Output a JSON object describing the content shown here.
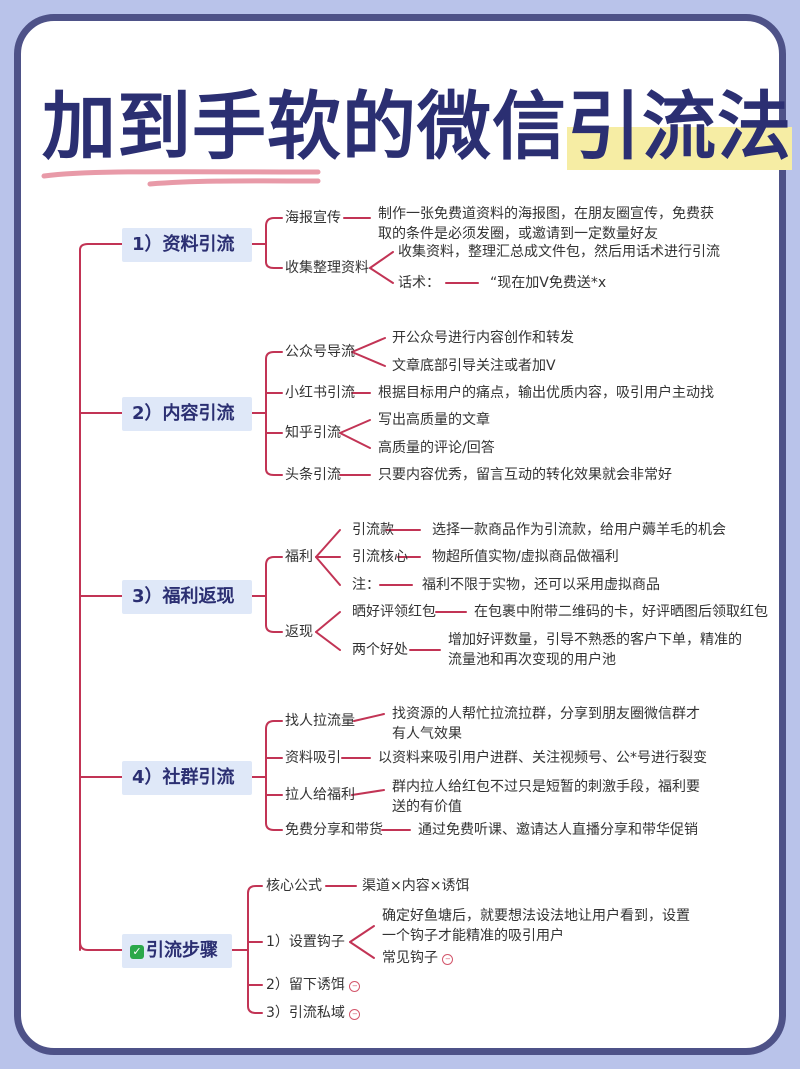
{
  "title": {
    "main": "加到手软的微信",
    "highlight": "引流法"
  },
  "colors": {
    "accent": "#c23455",
    "title": "#2b2f72",
    "frame": "#4e5288",
    "section_bg": "#dfe8f8",
    "highlight": "#f6eda4"
  },
  "sections": [
    {
      "label": "1）资料引流",
      "items": [
        {
          "label": "海报宣传",
          "detail": "制作一张免费道资料的海报图，在朋友圈宣传，免费获取的条件是必须发圈，或邀请到一定数量好友"
        },
        {
          "label": "收集整理资料",
          "sub": [
            {
              "text": "收集资料，整理汇总成文件包，然后用话术进行引流"
            },
            {
              "text": "话术：",
              "detail": "“现在加V免费送*x"
            }
          ]
        }
      ]
    },
    {
      "label": "2）内容引流",
      "items": [
        {
          "label": "公众号导流",
          "sub": [
            {
              "text": "开公众号进行内容创作和转发"
            },
            {
              "text": "文章底部引导关注或者加V"
            }
          ]
        },
        {
          "label": "小红书引流",
          "detail": "根据目标用户的痛点，输出优质内容，吸引用户主动找"
        },
        {
          "label": "知乎引流",
          "sub": [
            {
              "text": "写出高质量的文章"
            },
            {
              "text": "高质量的评论/回答"
            }
          ]
        },
        {
          "label": "头条引流",
          "detail": "只要内容优秀，留言互动的转化效果就会非常好"
        }
      ]
    },
    {
      "label": "3）福利返现",
      "items": [
        {
          "label": "福利",
          "sub": [
            {
              "text": "引流款",
              "detail": "选择一款商品作为引流款，给用户薅羊毛的机会"
            },
            {
              "text": "引流核心",
              "detail": "物超所值实物/虚拟商品做福利"
            },
            {
              "text": "注：",
              "detail": "福利不限于实物，还可以采用虚拟商品"
            }
          ]
        },
        {
          "label": "返现",
          "sub": [
            {
              "text": "晒好评领红包",
              "detail": "在包裹中附带二维码的卡，好评晒图后领取红包"
            },
            {
              "text": "两个好处",
              "detail": "增加好评数量，引导不熟悉的客户下单，精准的流量池和再次变现的用户池"
            }
          ]
        }
      ]
    },
    {
      "label": "4）社群引流",
      "items": [
        {
          "label": "找人拉流量",
          "detail": "找资源的人帮忙拉流拉群，分享到朋友圈微信群才有人气效果"
        },
        {
          "label": "资料吸引",
          "detail": "以资料来吸引用户进群、关注视频号、公*号进行裂变"
        },
        {
          "label": "拉人给福利",
          "detail": "群内拉人给红包不过只是短暂的刺激手段，福利要送的有价值"
        },
        {
          "label": "免费分享和带货",
          "detail": "通过免费听课、邀请达人直播分享和带华促销"
        }
      ]
    },
    {
      "label": "引流步骤",
      "items": [
        {
          "label": "核心公式",
          "detail": "渠道×内容×诱饵"
        },
        {
          "label": "1）设置钩子",
          "sub": [
            {
              "text": "确定好鱼塘后，就要想法设法地让用户看到，设置一个钩子才能精准的吸引用户"
            },
            {
              "text": "常见钩子"
            }
          ]
        },
        {
          "label": "2）留下诱饵"
        },
        {
          "label": "3）引流私域"
        }
      ]
    }
  ]
}
